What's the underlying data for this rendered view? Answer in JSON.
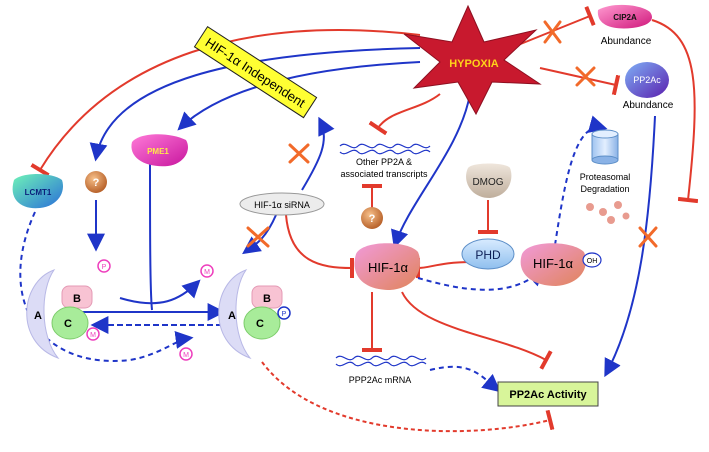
{
  "labels": {
    "hypoxia": "HYPOXIA",
    "independent": "HIF-1α Independent",
    "cip2a": "CIP2A",
    "cip2a_abundance": "Abundance",
    "pp2ac": "PP2Ac",
    "pp2ac_abundance": "Abundance",
    "pme1": "PME1",
    "lcmt1": "LCMT1",
    "question1": "?",
    "question2": "?",
    "phospho1": "P",
    "phospho2": "P",
    "methyl1": "M",
    "methyl2": "M",
    "methyl3": "M",
    "subunit_a1": "A",
    "subunit_b1": "B",
    "subunit_c1": "C",
    "subunit_a2": "A",
    "subunit_b2": "B",
    "subunit_c2": "C",
    "sirna": "HIF-1α siRNA",
    "other_transcripts_line1": "Other PP2A &",
    "other_transcripts_line2": "associated transcripts",
    "dmog": "DMOG",
    "phd": "PHD",
    "hif1a": "HIF-1α",
    "hif1a_oh": "HIF-1α",
    "oh": "OH",
    "proteasomal_line1": "Proteasomal",
    "proteasomal_line2": "Degradation",
    "pp2ac_mrna": "PPP2Ac mRNA",
    "pp2ac_activity": "PP2Ac Activity"
  },
  "colors": {
    "inhibit": "#e23a2c",
    "activate": "#1f35c8",
    "block_x": "#f26a2a",
    "hypoxia_star": "#c8192e",
    "hypoxia_text": "#ffd21a",
    "independent_box": "#ffff33",
    "activity_box": "#d8f59a",
    "pp2a_a": "#dcdcf6",
    "pp2a_b": "#f8c3d3",
    "pp2a_c": "#a8ec9a",
    "modification": "#ee3fbd"
  }
}
